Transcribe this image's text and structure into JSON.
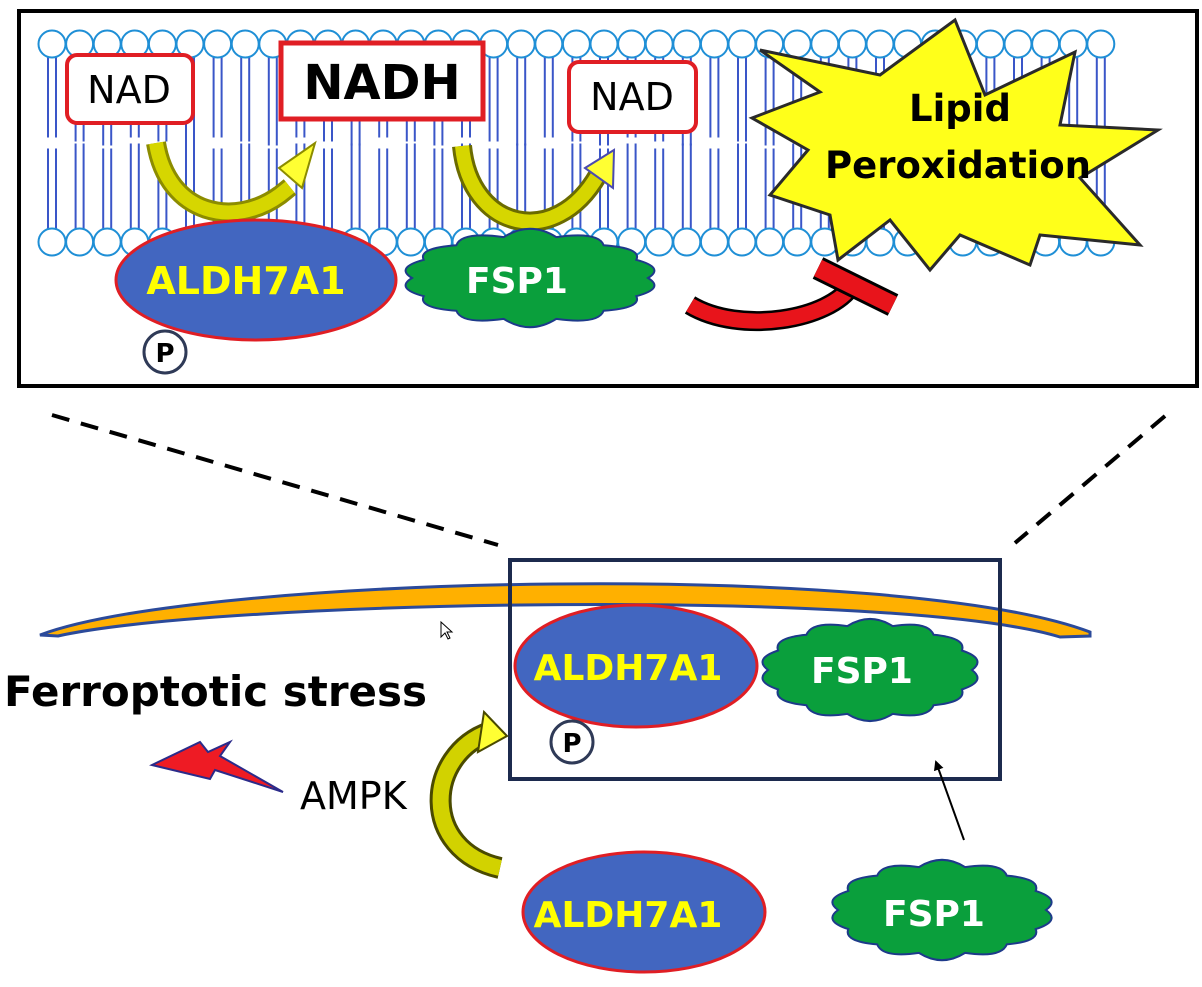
{
  "labels": {
    "nad_left": "NAD",
    "nadh": "NADH",
    "nad_right": "NAD",
    "lipid_line1": "Lipid",
    "lipid_line2": "Peroxidation",
    "aldh_top": "ALDH7A1",
    "fsp_top": "FSP1",
    "p_top": "P",
    "aldh_mid": "ALDH7A1",
    "fsp_mid": "FSP1",
    "p_mid": "P",
    "aldh_bottom": "ALDH7A1",
    "fsp_bottom": "FSP1",
    "ferroptotic_stress": "Ferroptotic stress",
    "ampk": "AMPK"
  },
  "colors": {
    "membrane_blue": "#1f8fd6",
    "tail_blue": "#3a56c8",
    "aldh_fill": "#4266c0",
    "aldh_border": "#e01e24",
    "aldh_text": "#ffff00",
    "fsp_fill": "#0a9f3c",
    "fsp_border": "#1d3a8a",
    "nad_border": "#e01e24",
    "starburst_fill": "#ffff1a",
    "inhibitor_red": "#e8141b",
    "bolt_red": "#ee1b24",
    "curved_arrow_yellow": "#ffff33",
    "curved_arrow_olive": "#b8b800",
    "cell_membrane": "#ffb000",
    "frame_navy": "#1c2a4e"
  },
  "icons": {
    "lightning": "lightning-bolt-icon",
    "phospho": "phosphate-circle-icon",
    "pointer": "mouse-pointer-icon"
  }
}
